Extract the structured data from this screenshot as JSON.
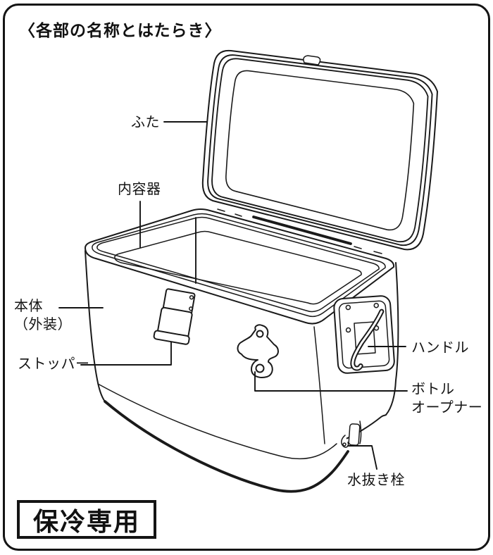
{
  "title": "〈各部の名称とはたらき〉",
  "badge": "保冷専用",
  "diagram": {
    "subject": "cooler-box-parts-diagram",
    "labels": {
      "lid": "ふた",
      "inner_container": "内容器",
      "body": "本体\n（外装）",
      "stopper": "ストッパー",
      "handle": "ハンドル",
      "bottle_opener": "ボトル\nオープナー",
      "drain_plug": "水抜き栓"
    }
  },
  "colors": {
    "line": "#1a1a1a",
    "background": "#ffffff"
  }
}
